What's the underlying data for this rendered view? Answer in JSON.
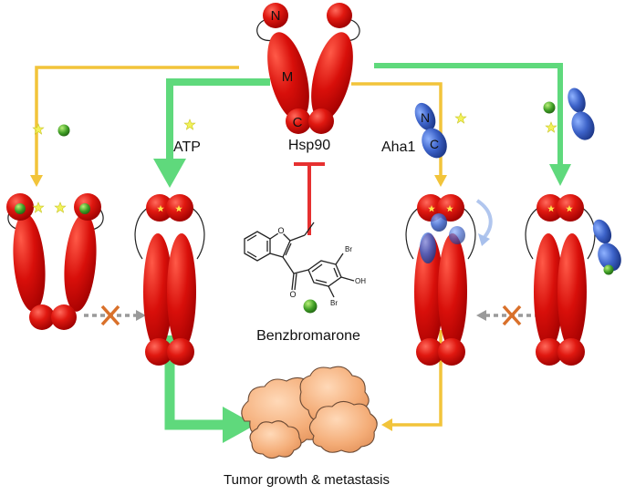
{
  "labels": {
    "domain_n": "N",
    "domain_m": "M",
    "domain_c": "C",
    "protein": "Hsp90",
    "atp": "ATP",
    "cochaperone": "Aha1",
    "cochaperone_n": "N",
    "cochaperone_c": "C",
    "drug": "Benzbromarone",
    "outcome": "Tumor growth & metastasis",
    "br_top": "Br",
    "br_bottom": "Br",
    "oh": "OH",
    "o_furan": "O",
    "o_ketone": "O"
  },
  "colors": {
    "hsp90_red": "#d40f0f",
    "aha1_blue": "#2f55b8",
    "green_arrow": "#5fd97c",
    "yellow_arrow": "#f2c43a",
    "inhibition_red": "#e63030",
    "blocked_x": "#d9702a",
    "tumor_orange": "#f4b07c"
  }
}
